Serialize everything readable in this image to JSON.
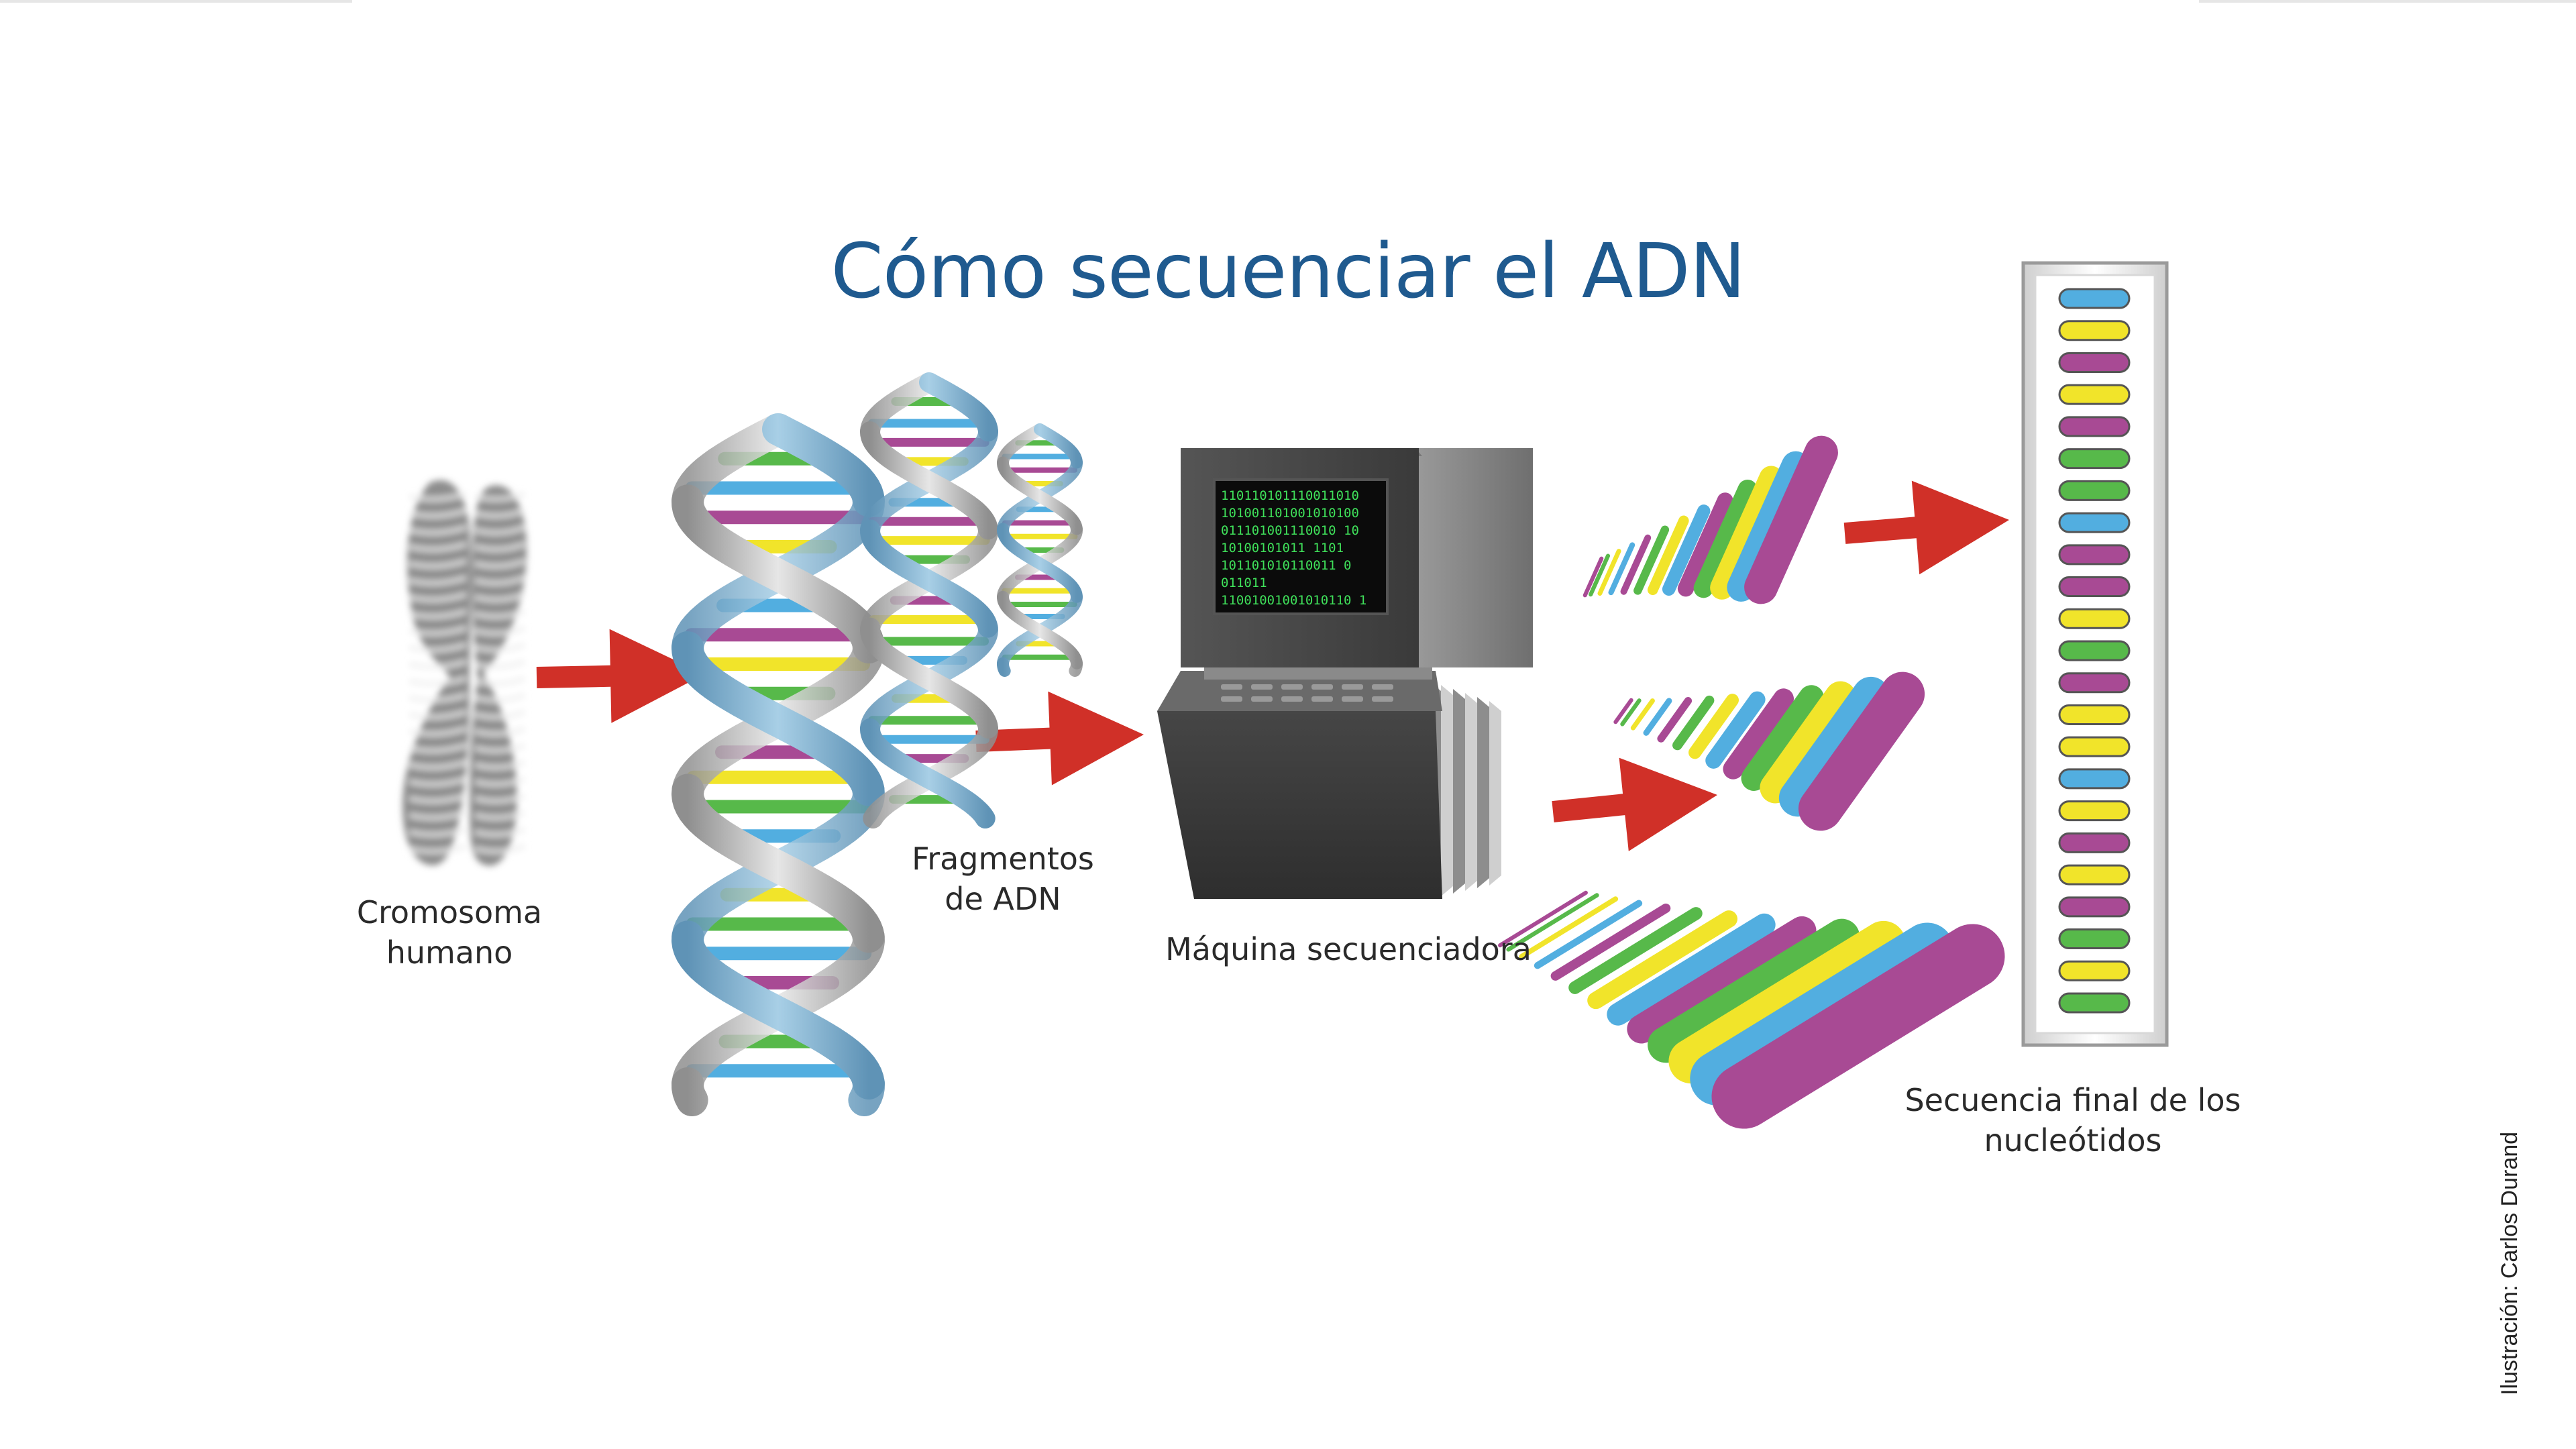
{
  "title": "Cómo secuenciar el ADN",
  "labels": {
    "chromosome": [
      "Cromosoma",
      "humano"
    ],
    "fragments": [
      "Fragmentos",
      "de ADN"
    ],
    "machine": "Máquina secuenciadora",
    "final": [
      "Secuencia final de los",
      "nucleótidos"
    ]
  },
  "credit": "Ilustración: Carlos Durand",
  "screen_lines": [
    "110110101110011010",
    "101001101001010100",
    "011101001110010 10",
    "10100101011 1101",
    "101101010110011 0",
    "011011",
    "11001001001010110 1"
  ],
  "colors": {
    "title": "#1f5a8f",
    "arrow": "#d03028",
    "blue": "#52aee0",
    "yellow": "#f1e42a",
    "magenta": "#a84a94",
    "green": "#57b94a",
    "helix_blue": "#7fb0d0",
    "helix_gray": "#b9b9b9",
    "screen_text": "#3fe05a"
  },
  "nucleotide_sequence": [
    "blue",
    "yellow",
    "magenta",
    "yellow",
    "magenta",
    "green",
    "green",
    "blue",
    "magenta",
    "magenta",
    "yellow",
    "green",
    "magenta",
    "yellow",
    "yellow",
    "blue",
    "yellow",
    "magenta",
    "yellow",
    "magenta",
    "green",
    "yellow",
    "green"
  ]
}
